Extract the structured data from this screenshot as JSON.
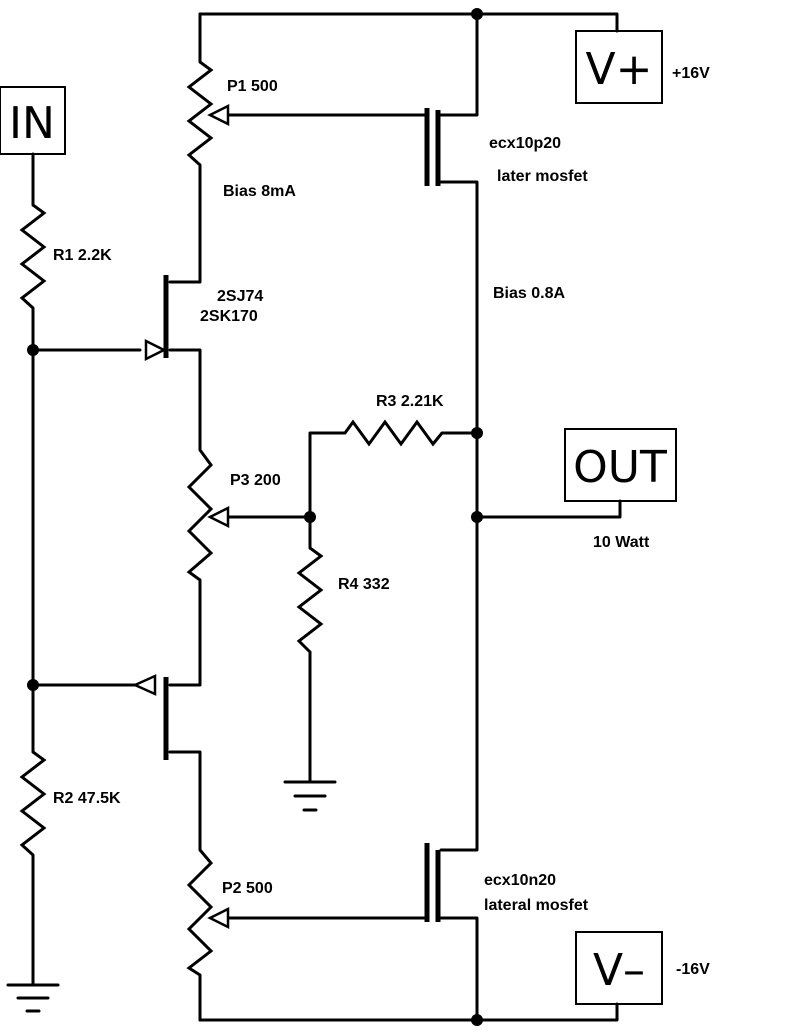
{
  "labels": {
    "in": "IN",
    "vplus": "V+",
    "vminus": "V–",
    "out": "OUT",
    "supply_pos": "+16V",
    "supply_neg": "-16V",
    "p1": "P1 500",
    "bias_jfet": "Bias 8mA",
    "r1": "R1 2.2K",
    "jfet_line1": "2SJ74",
    "jfet_line2": "2SK170",
    "mosfet_p_line1": "ecx10p20",
    "mosfet_p_line2": "later mosfet",
    "bias_mosfet": "Bias 0.8A",
    "r3": "R3 2.21K",
    "p3": "P3 200",
    "power": "10 Watt",
    "r4": "R4 332",
    "r2": "R2 47.5K",
    "p2": "P2 500",
    "mosfet_n_line1": "ecx10n20",
    "mosfet_n_line2": "lateral mosfet"
  }
}
